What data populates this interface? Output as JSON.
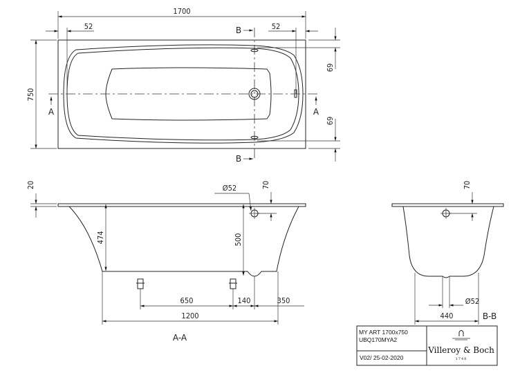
{
  "top_view": {
    "length": "1700",
    "width": "750",
    "offset_left": "52",
    "offset_right": "52",
    "offset_top": "69",
    "offset_bottom": "69",
    "section_a_label": "A",
    "section_b_label": "B"
  },
  "section_aa": {
    "title": "A-A",
    "rim_thickness": "20",
    "overflow_diameter": "Ø52",
    "overflow_height": "70",
    "depth_left": "474",
    "depth_total": "500",
    "feet_spacing": "650",
    "drain_offset": "140",
    "drain_to_end": "350",
    "bottom_length": "1200"
  },
  "section_bb": {
    "title": "B-B",
    "overflow_height": "70",
    "drain_diameter": "Ø52",
    "bottom_width": "440"
  },
  "title_block": {
    "product": "MY ART 1700x750",
    "code": "UBQ170MYA2",
    "version": "V02/ 25-02-2020",
    "brand": "Villeroy & Boch",
    "brand_year": "1748"
  }
}
